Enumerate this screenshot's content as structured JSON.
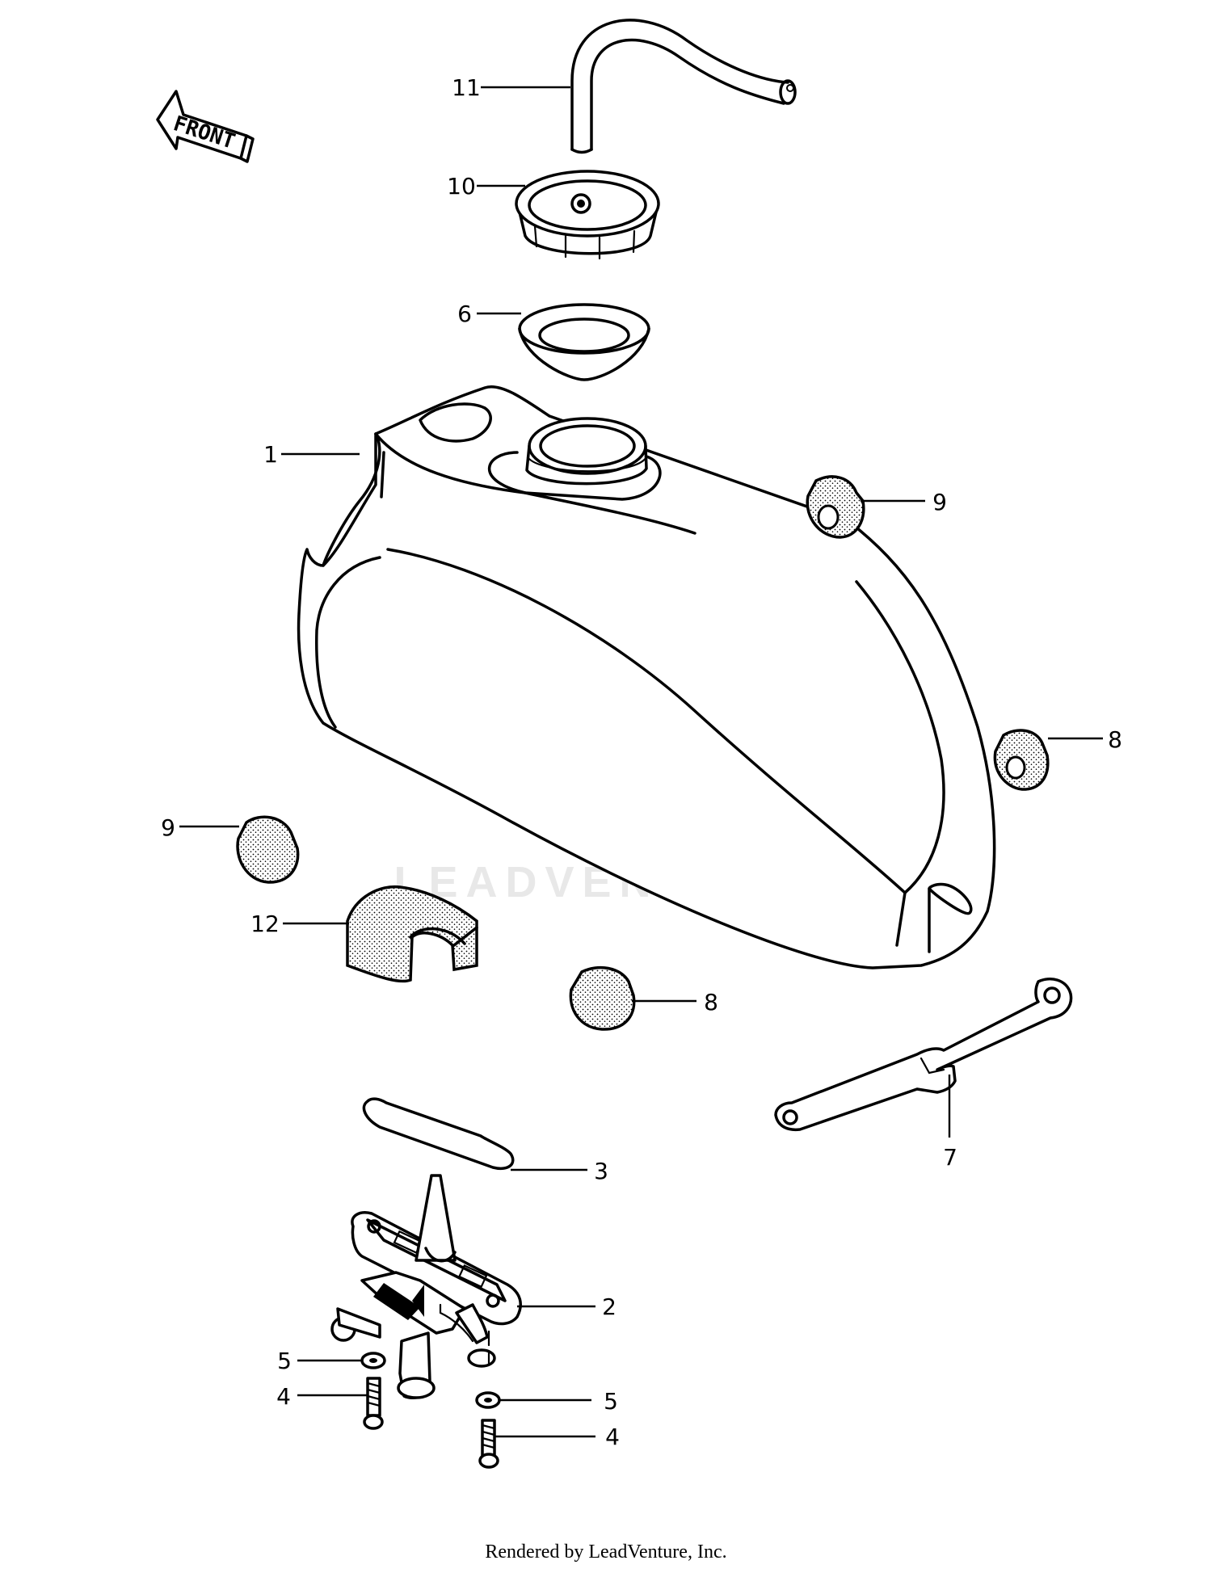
{
  "watermark": {
    "text": "LEADVENTURE"
  },
  "front_arrow": {
    "label": "FRONT"
  },
  "callouts": [
    {
      "id": "c11",
      "label": "11"
    },
    {
      "id": "c10",
      "label": "10"
    },
    {
      "id": "c6",
      "label": "6"
    },
    {
      "id": "c1",
      "label": "1"
    },
    {
      "id": "c9a",
      "label": "9"
    },
    {
      "id": "c8a",
      "label": "8"
    },
    {
      "id": "c9b",
      "label": "9"
    },
    {
      "id": "c12",
      "label": "12"
    },
    {
      "id": "c8b",
      "label": "8"
    },
    {
      "id": "c7",
      "label": "7"
    },
    {
      "id": "c3",
      "label": "3"
    },
    {
      "id": "c2",
      "label": "2"
    },
    {
      "id": "c5a",
      "label": "5"
    },
    {
      "id": "c4a",
      "label": "4"
    },
    {
      "id": "c5b",
      "label": "5"
    },
    {
      "id": "c4b",
      "label": "4"
    }
  ],
  "footer": {
    "text": "Rendered by LeadVenture, Inc."
  }
}
